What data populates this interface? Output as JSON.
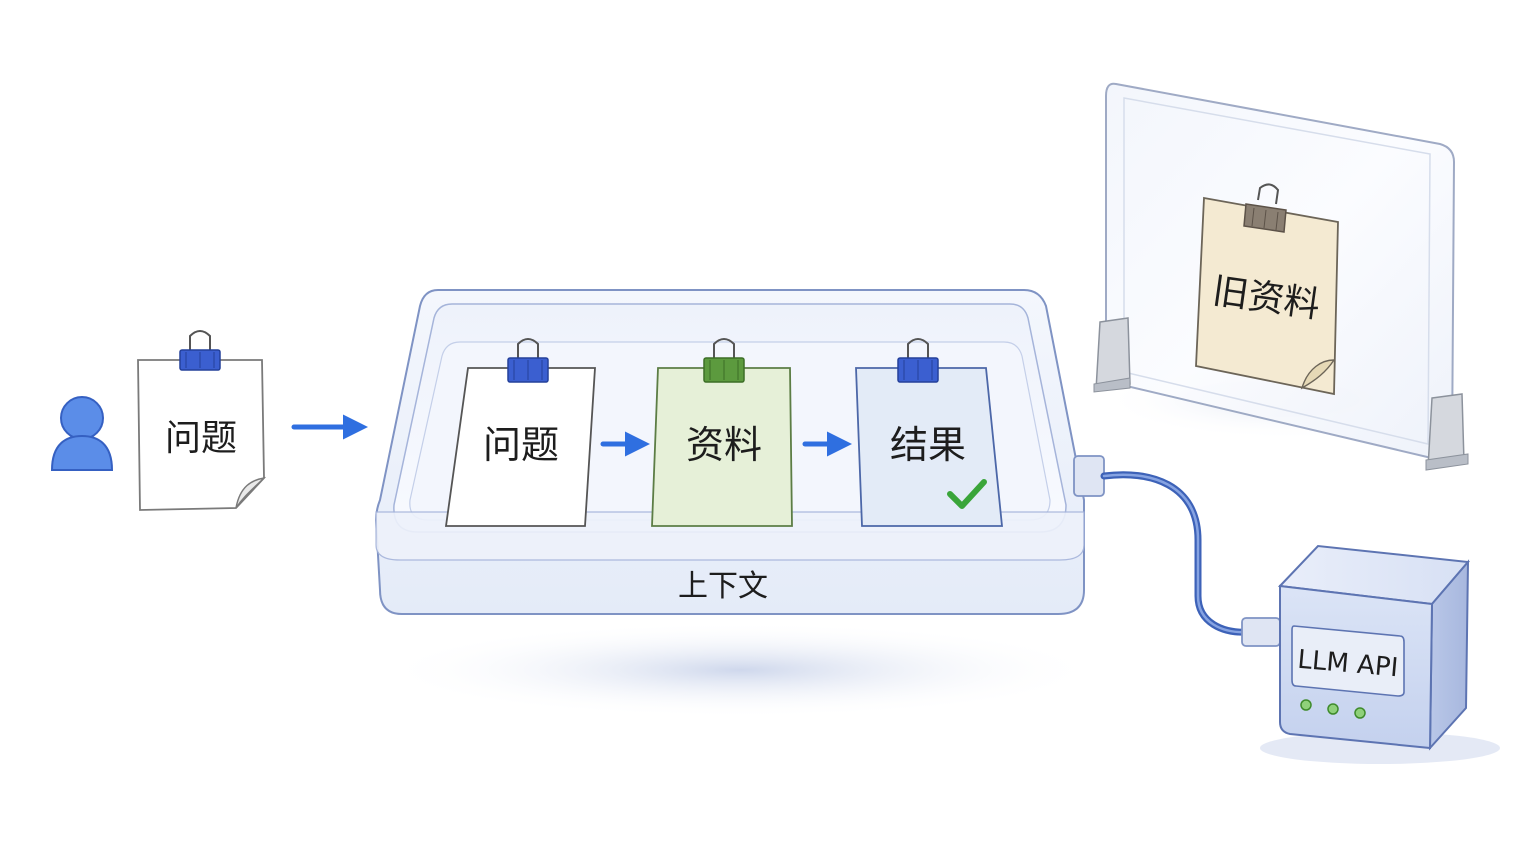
{
  "user_note": {
    "label": "问题"
  },
  "context_tray": {
    "label": "上下文",
    "cards": [
      {
        "label": "问题"
      },
      {
        "label": "资料"
      },
      {
        "label": "结果"
      }
    ]
  },
  "glass_panel": {
    "card_label": "旧资料"
  },
  "api_box": {
    "label": "LLM API",
    "status_lights": 3
  },
  "colors": {
    "clip_blue": "#3b5fd0",
    "clip_green": "#5c9a3e",
    "clip_gray": "#8a7f72",
    "arrow_blue": "#2f6fe0",
    "check_green": "#3aa53a",
    "card_green_bg": "#e6f0d8",
    "card_blue_bg": "#e3ebf7",
    "card_old_bg": "#f4ead2"
  }
}
